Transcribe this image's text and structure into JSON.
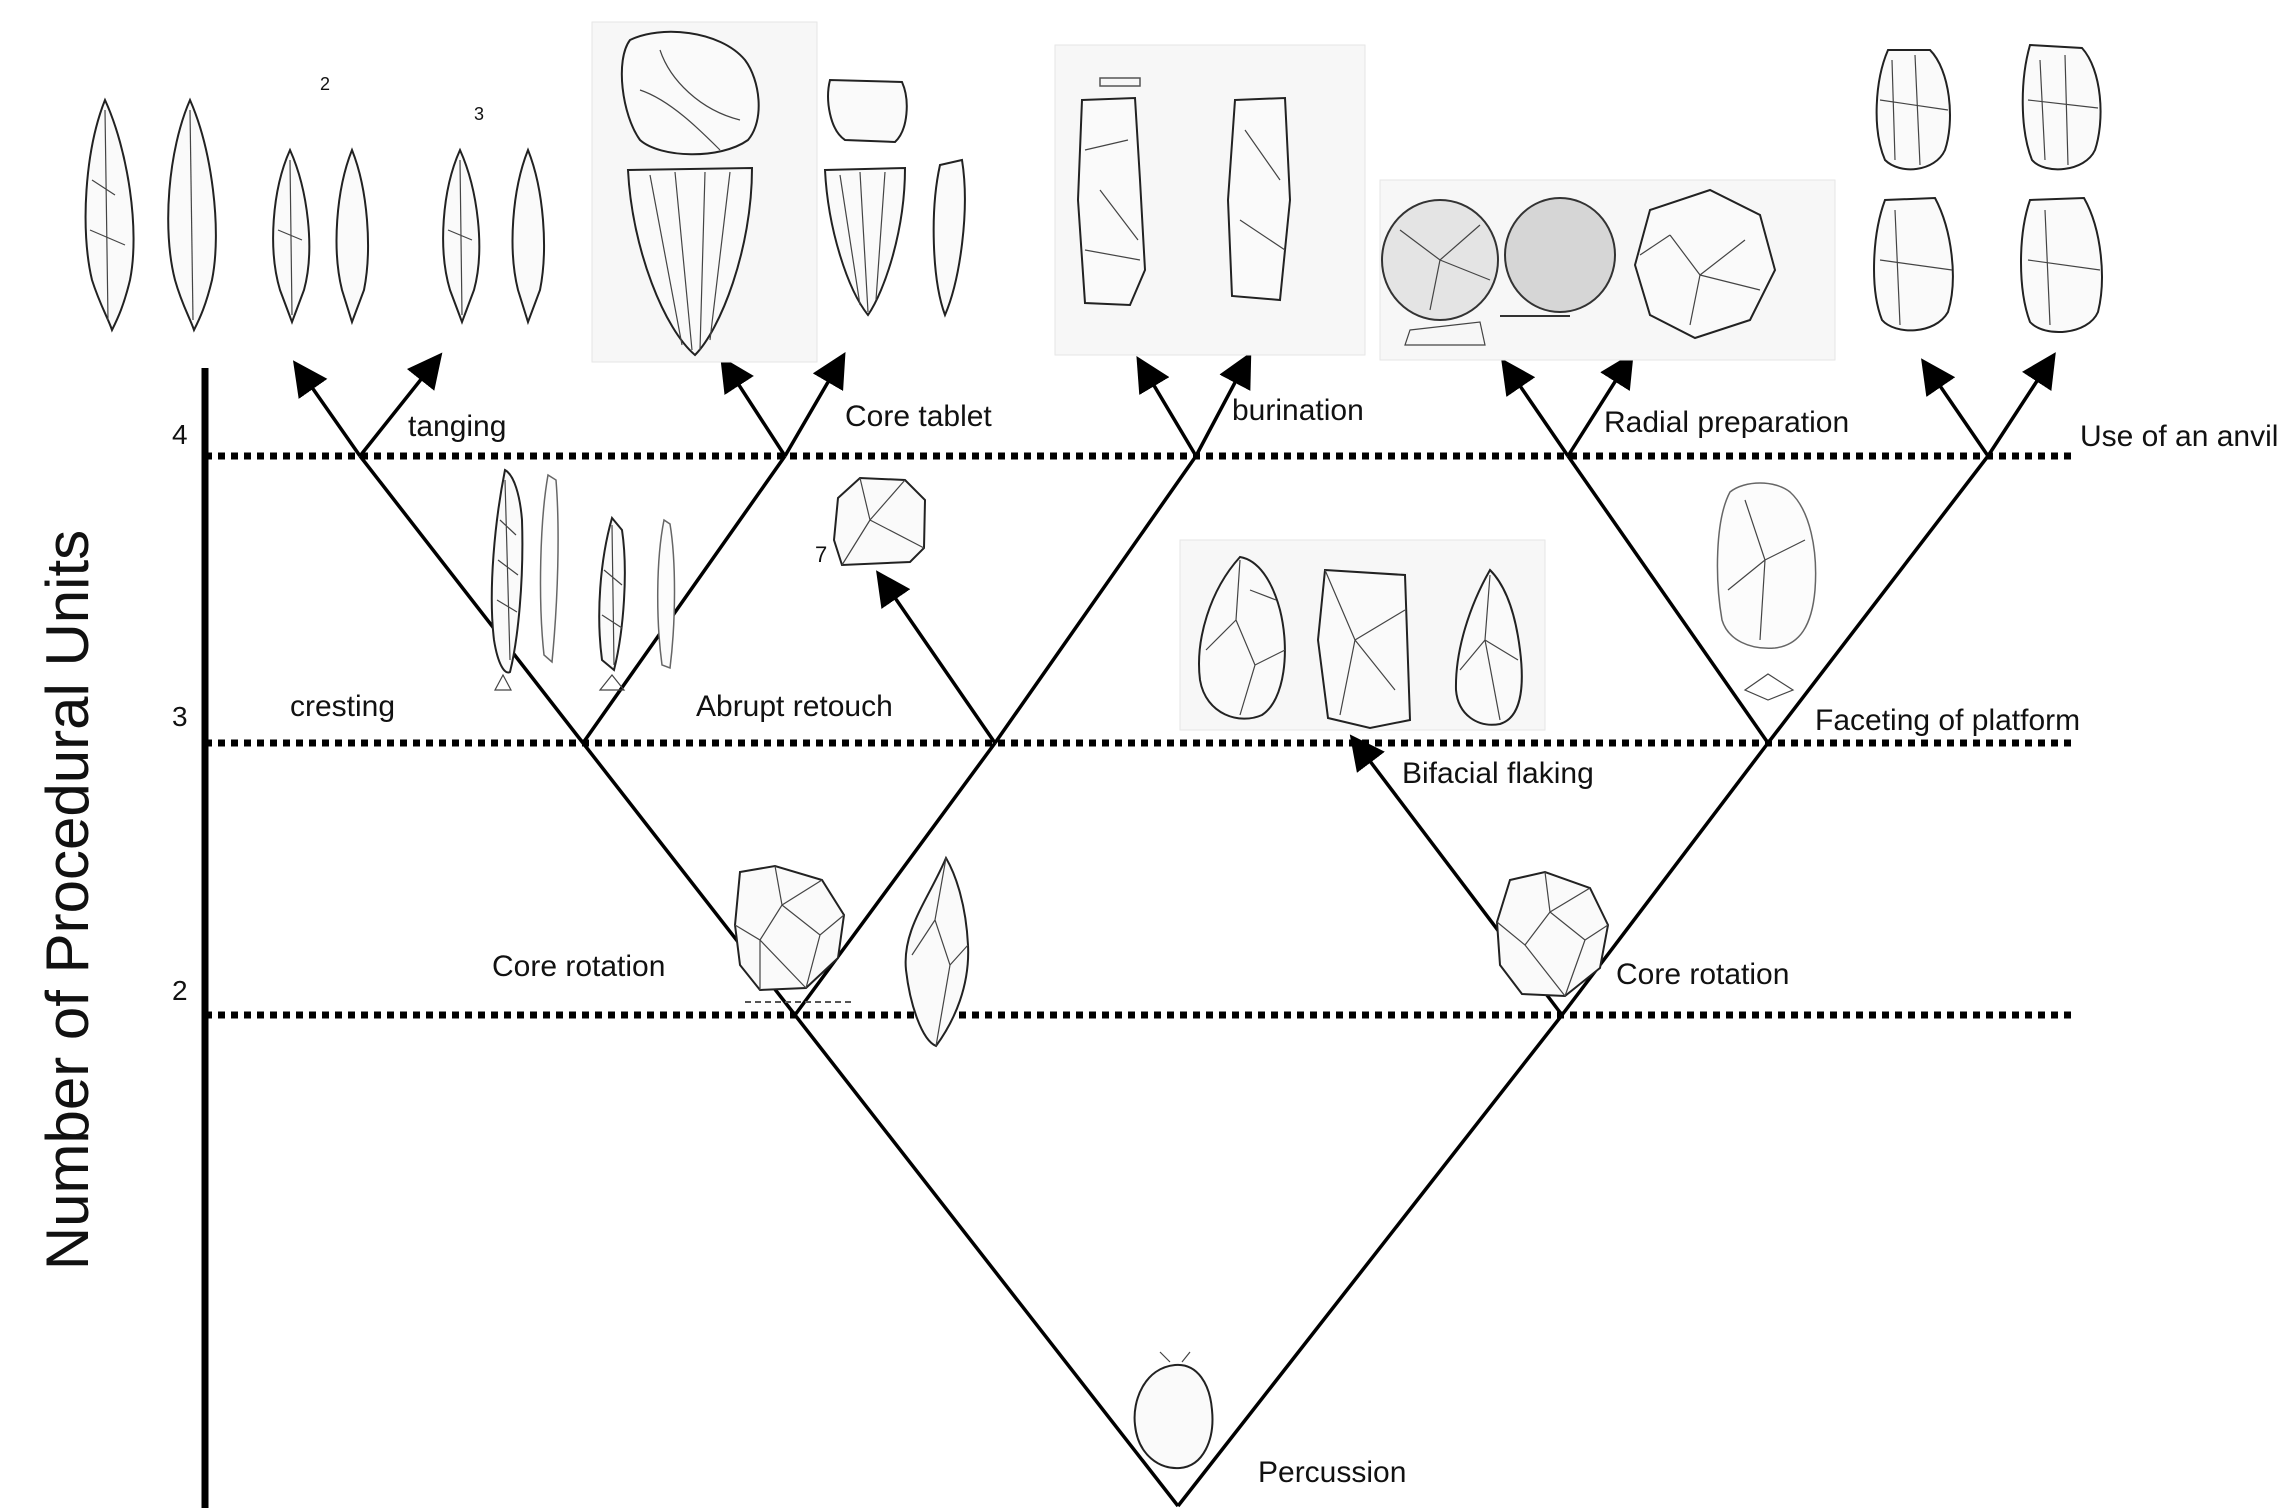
{
  "axis": {
    "title": "Number of Procedural Units",
    "ticks": [
      "2",
      "3",
      "4"
    ]
  },
  "labels": {
    "percussion": "Percussion",
    "core_rotation_left": "Core rotation",
    "core_rotation_right": "Core rotation",
    "cresting": "cresting",
    "abrupt_retouch": "Abrupt retouch",
    "bifacial_flaking": "Bifacial flaking",
    "faceting_of_platform": "Faceting of platform",
    "tanging": "tanging",
    "core_tablet": "Core tablet",
    "burination": "burination",
    "radial_preparation": "Radial preparation",
    "use_of_an_anvil": "Use of an anvil"
  },
  "colors": {
    "lines": "#000000",
    "text": "#111111",
    "background": "#ffffff"
  }
}
